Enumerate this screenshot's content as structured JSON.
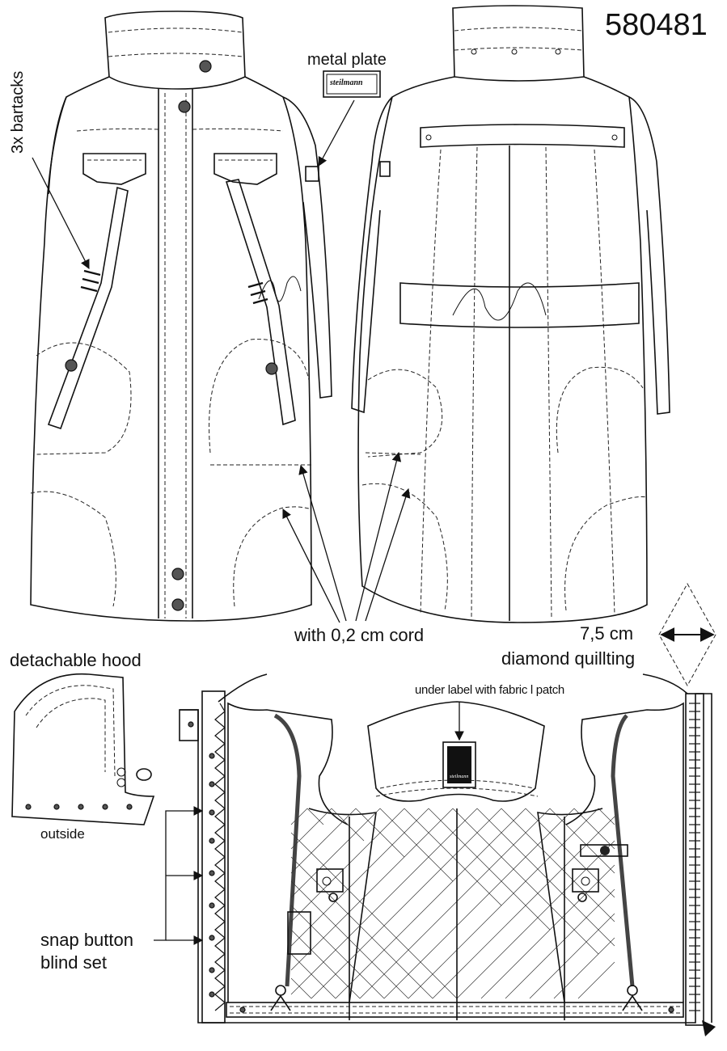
{
  "style_number": "580481",
  "labels": {
    "bartacks": "3x bartacks",
    "metal_plate": "metal plate",
    "plate_logo": "steilmann",
    "cord": "with 0,2 cm cord",
    "measure": "7,5 cm",
    "diamond": "diamond quillting",
    "hood": "detachable hood",
    "outside": "outside",
    "snap_line1": "snap button",
    "snap_line2": "blind set",
    "under_label": "under label with fabric l patch",
    "label_logo": "steilmann"
  }
}
